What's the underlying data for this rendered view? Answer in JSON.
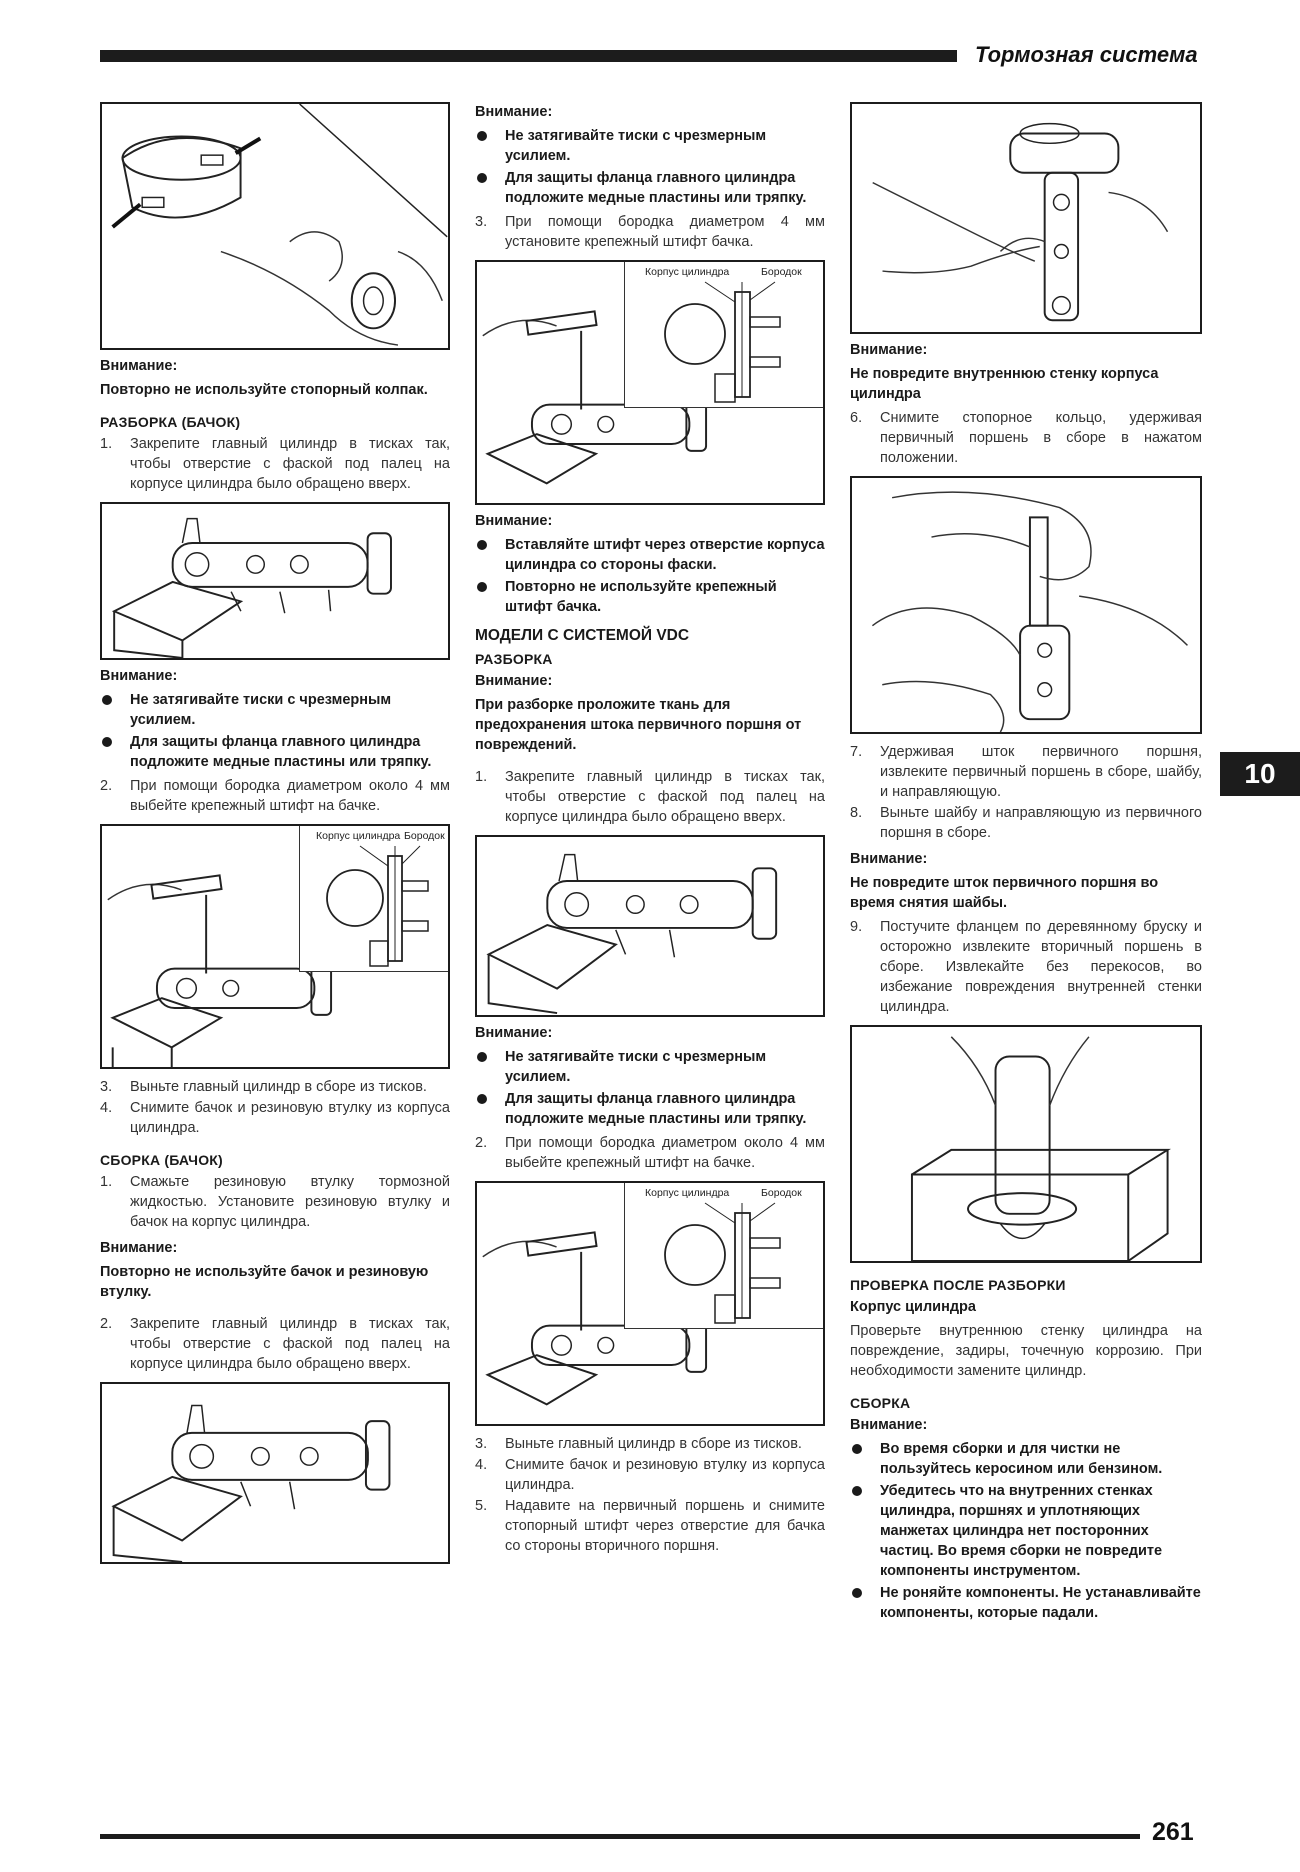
{
  "header": {
    "title": "Тормозная система"
  },
  "chapter_tab": "10",
  "page_number": "261",
  "col1": {
    "note1": {
      "heading": "Внимание:",
      "text": "Повторно не используйте стопорный колпак."
    },
    "sec1_title": "РАЗБОРКА (БАЧОК)",
    "sec1_steps": [
      {
        "n": "1.",
        "text": "Закрепите главный цилиндр в тисках так, чтобы отверстие с фаской под палец на корпусе цилиндра было обращено вверх."
      }
    ],
    "note2": {
      "heading": "Внимание:",
      "bullets": [
        "Не затягивайте тиски с чрезмерным усилием.",
        "Для защиты фланца главного цилиндра подложите медные пластины или тряпку."
      ]
    },
    "steps2": [
      {
        "n": "2.",
        "text": "При помощи бородка диаметром около 4 мм выбейте крепежный штифт на бачке."
      }
    ],
    "fig_labels": {
      "body": "Корпус цилиндра",
      "punch": "Бородок"
    },
    "steps3": [
      {
        "n": "3.",
        "text": "Выньте главный цилиндр в сборе из тисков."
      },
      {
        "n": "4.",
        "text": "Снимите бачок и резиновую втулку из корпуса цилиндра."
      }
    ],
    "sec2_title": "СБОРКА (БАЧОК)",
    "sec2_steps": [
      {
        "n": "1.",
        "text": "Смажьте резиновую втулку тормозной жидкостью. Установите резиновую втулку и бачок на корпус цилиндра."
      }
    ],
    "note3": {
      "heading": "Внимание:",
      "text": "Повторно не используйте бачок и резиновую втулку."
    },
    "steps4": [
      {
        "n": "2.",
        "text": "Закрепите главный цилиндр в тисках так, чтобы отверстие с фаской под палец на корпусе цилиндра было обращено вверх."
      }
    ]
  },
  "col2": {
    "note1": {
      "heading": "Внимание:",
      "bullets": [
        "Не затягивайте тиски с чрезмерным усилием.",
        "Для защиты фланца главного цилиндра подложите медные пластины или тряпку."
      ]
    },
    "steps1": [
      {
        "n": "3.",
        "text": "При помощи бородка диаметром 4 мм установите крепежный штифт бачка."
      }
    ],
    "fig_labels": {
      "body": "Корпус цилиндра",
      "punch": "Бородок"
    },
    "note2": {
      "heading": "Внимание:",
      "bullets": [
        "Вставляйте штифт через отверстие корпуса цилиндра со стороны фаски.",
        "Повторно не используйте крепежный штифт бачка."
      ]
    },
    "section_title": "МОДЕЛИ С СИСТЕМОЙ VDC",
    "sub_title": "РАЗБОРКА",
    "note3": {
      "heading": "Внимание:",
      "text": "При разборке проложите ткань для предохранения штока первичного поршня от повреждений."
    },
    "steps2": [
      {
        "n": "1.",
        "text": "Закрепите главный цилиндр в тисках так, чтобы отверстие с фаской под палец на корпусе цилиндра было обращено вверх."
      }
    ],
    "note4": {
      "heading": "Внимание:",
      "bullets": [
        "Не затягивайте тиски с чрезмерным усилием.",
        "Для защиты фланца главного цилиндра подложите медные пластины или тряпку."
      ]
    },
    "steps3": [
      {
        "n": "2.",
        "text": "При помощи бородка диаметром около 4 мм выбейте крепежный штифт на бачке."
      }
    ],
    "steps4": [
      {
        "n": "3.",
        "text": "Выньте главный цилиндр в сборе из тисков."
      },
      {
        "n": "4.",
        "text": "Снимите бачок и резиновую втулку из корпуса цилиндра."
      },
      {
        "n": "5.",
        "text": "Надавите на первичный поршень и снимите стопорный штифт через отверстие для бачка со стороны вторичного поршня."
      }
    ]
  },
  "col3": {
    "note1": {
      "heading": "Внимание:",
      "text": "Не повредите внутреннюю стенку корпуса цилиндра"
    },
    "steps1": [
      {
        "n": "6.",
        "text": "Снимите стопорное кольцо, удерживая первичный поршень в сборе в нажатом положении."
      }
    ],
    "steps2": [
      {
        "n": "7.",
        "text": "Удерживая шток первичного поршня, извлеките первичный поршень в сборе, шайбу, и направляющую."
      },
      {
        "n": "8.",
        "text": "Выньте шайбу и направляющую из первичного поршня в сборе."
      }
    ],
    "note2": {
      "heading": "Внимание:",
      "text": "Не повредите шток первичного поршня во время снятия шайбы."
    },
    "steps3": [
      {
        "n": "9.",
        "text": "Постучите фланцем по деревянному бруску и осторожно извлеките вторичный поршень в сборе. Извлекайте без перекосов, во избежание повреждения внутренней стенки цилиндра."
      }
    ],
    "sec_check": "ПРОВЕРКА ПОСЛЕ РАЗБОРКИ",
    "sub_check": "Корпус цилиндра",
    "check_text": "Проверьте внутреннюю стенку цилиндра на повреждение, задиры, точечную коррозию. При необходимости замените цилиндр.",
    "sec_assembly": "СБОРКА",
    "note3": {
      "heading": "Внимание:",
      "bullets": [
        "Во время сборки и для чистки не пользуйтесь керосином или бензином.",
        "Убедитесь что на внутренних стенках цилиндра, поршнях и уплотняющих манжетах цилиндра нет посторонних частиц. Во время сборки не повредите компоненты инструментом.",
        "Не роняйте компоненты. Не устанавливайте компоненты, которые падали."
      ]
    }
  }
}
